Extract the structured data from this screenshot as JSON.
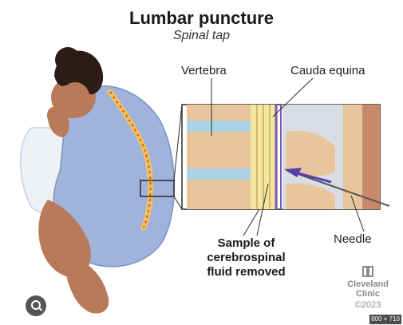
{
  "title": "Lumbar puncture",
  "subtitle": "Spinal tap",
  "labels": {
    "vertebra": "Vertebra",
    "cauda_equina": "Cauda equina",
    "needle": "Needle",
    "sample": [
      "Sample of",
      "cerebrospinal",
      "fluid removed"
    ]
  },
  "logo": {
    "line1": "Cleveland",
    "line2": "Clinic",
    "copyright": "©2023"
  },
  "image_dimensions_badge": "800 × 710",
  "colors": {
    "gown": "#9fb3db",
    "skin": "#b87a5a",
    "bone": "#e8c69b",
    "disc": "#a9d3e3",
    "spinal_canal": "#f4e6a0",
    "membrane": "#7a5cb8",
    "needle_arrow": "#5a3fb0"
  }
}
